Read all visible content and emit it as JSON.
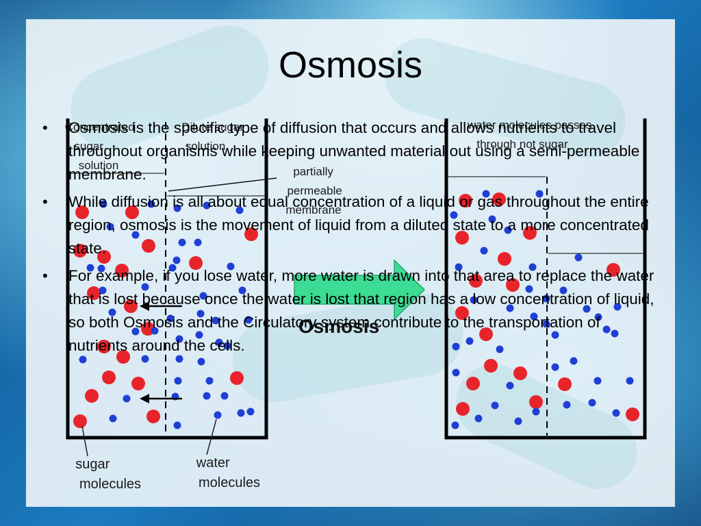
{
  "slide": {
    "title": "Osmosis",
    "bullets": [
      "Osmosis is the specific type of diffusion that occurs and allows nutrients to travel throughout organisms while keeping unwanted material out using a semi-permeable membrane.",
      "While diffusion is all about equal concentration of a liquid or gas throughout the entire region, osmosis is the movement of liquid from a diluted state to a more concentrated state.",
      "For example, if you lose water, more water is drawn into that area to replace the water that is lost because once the water is lost that region has a low concentration of liquid, so both Osmosis and the Circulatory system contribute to the transportation of nutrients around the cells."
    ]
  },
  "diagram": {
    "labels": {
      "concentrated": [
        "Concentrated",
        "sugar",
        "solution"
      ],
      "dilute": [
        "Dilute sugar",
        "solution"
      ],
      "membrane": [
        "partially",
        "permeable",
        "membrane"
      ],
      "water_passes": [
        "water molecules passes",
        "through not sugar"
      ],
      "sugar_molecules": [
        "sugar",
        "molecules"
      ],
      "water_molecules": [
        "water",
        "molecules"
      ],
      "arrow_caption": "Osmosis"
    },
    "colors": {
      "sugar": "#e8242b",
      "water": "#1f3fd6",
      "arrow": "#3ddc94",
      "beaker": "#000000"
    }
  }
}
